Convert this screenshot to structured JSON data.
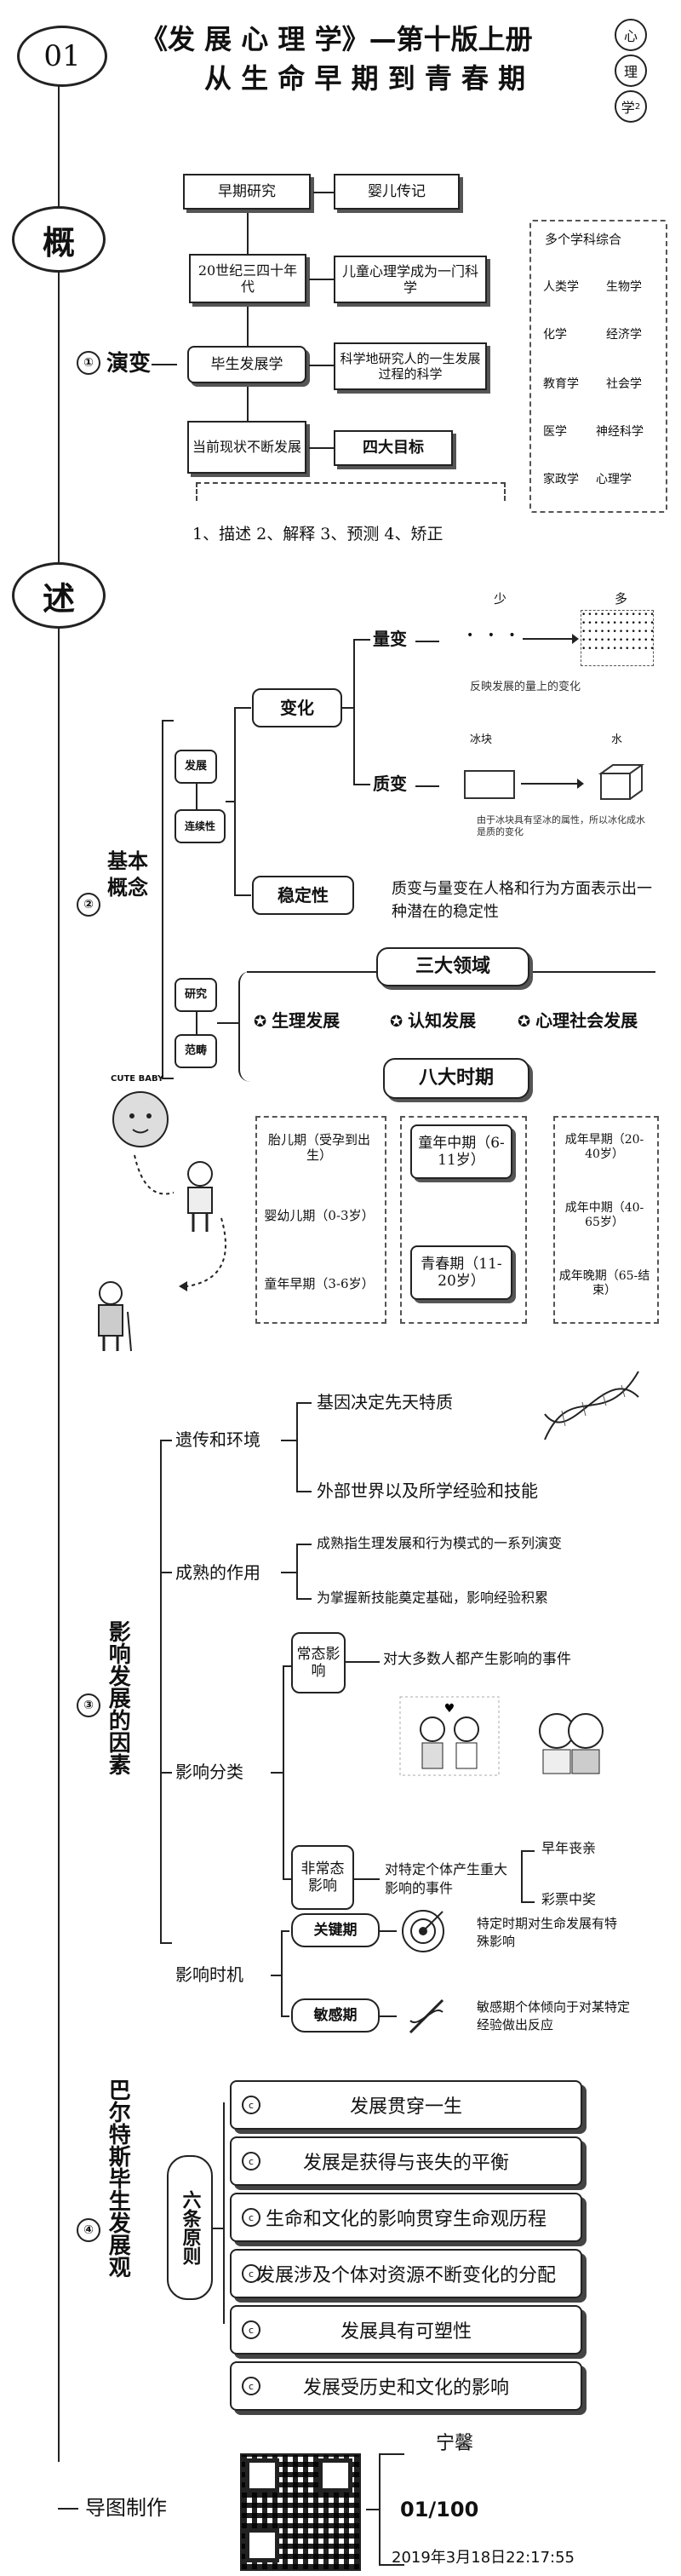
{
  "header": {
    "number": "01",
    "title_line1": "《发 展 心 理 学》—第十版上册",
    "title_line2": "从 生 命 早 期 到 青 春 期",
    "side_tag_chars": [
      "心",
      "理",
      "学",
      "2"
    ]
  },
  "section_overview": {
    "char1": "概",
    "item_number": "①",
    "item_label": "演变",
    "history": [
      "早期研究",
      "20世纪三四十年代",
      "毕生发展学",
      "当前现状不断发展"
    ],
    "history_notes": [
      "婴儿传记",
      "儿童心理学成为一门科学",
      "科学地研究人的一生发展过程的科学",
      "四大目标"
    ],
    "goals": "1、描述 2、解释 3、预测 4、矫正",
    "disciplines_title": "多个学科综合",
    "disciplines": [
      "人类学",
      "生物学",
      "化学",
      "经济学",
      "教育学",
      "社会学",
      "医学",
      "神经科学",
      "家政学",
      "心理学"
    ]
  },
  "section_basic": {
    "char2": "述",
    "item_number": "②",
    "item_label": "基本概念",
    "tag1": [
      "发展",
      "连续性"
    ],
    "change_label": "变化",
    "quantitative": "量变",
    "qualitative": "质变",
    "few": "少",
    "many": "多",
    "quant_caption": "反映发展的量上的变化",
    "ice": "冰块",
    "water": "水",
    "qual_caption": "由于冰块具有坚冰的属性，所以冰化成水是质的变化",
    "stability_label": "稳定性",
    "stability_text": "质变与量变在人格和行为方面表示出一种潜在的稳定性",
    "tag2": [
      "研究",
      "范畴"
    ],
    "domains_title": "三大领域",
    "domains": [
      "生理发展",
      "认知发展",
      "心理社会发展"
    ],
    "periods_title": "八大时期",
    "periods_col1": [
      "胎儿期（受孕到出生）",
      "婴幼儿期（0-3岁）",
      "童年早期（3-6岁）"
    ],
    "periods_col2": [
      "童年中期（6-11岁）",
      "青春期（11-20岁）"
    ],
    "periods_col3": [
      "成年早期（20-40岁）",
      "成年中期（40-65岁）",
      "成年晚期（65-结束）"
    ],
    "baby_caption": "CUTE BABY"
  },
  "section_factors": {
    "item_number": "③",
    "item_label": "影响发展的因素",
    "heredity": "遗传和环境",
    "heredity_items": [
      "基因决定先天特质",
      "外部世界以及所学经验和技能"
    ],
    "maturation": "成熟的作用",
    "maturation_items": [
      "成熟指生理发展和行为模式的一系列演变",
      "为掌握新技能奠定基础，影响经验积累"
    ],
    "classification": "影响分类",
    "normative": "常态影响",
    "normative_text": "对大多数人都产生影响的事件",
    "nonnormative": "非常态影响",
    "nonnormative_text": "对特定个体产生重大影响的事件",
    "nonnormative_examples": [
      "早年丧亲",
      "彩票中奖"
    ],
    "timing": "影响时机",
    "critical": "关键期",
    "critical_text": "特定时期对生命发展有特殊影响",
    "sensitive": "敏感期",
    "sensitive_text": "敏感期个体倾向于对某特定经验做出反应"
  },
  "section_baltes": {
    "item_number": "④",
    "item_label": "巴尔特斯毕生发展观",
    "tag": "六条原则",
    "principles": [
      "发展贯穿一生",
      "发展是获得与丧失的平衡",
      "生命和文化的影响贯穿生命观历程",
      "发展涉及个体对资源不断变化的分配",
      "发展具有可塑性",
      "发展受历史和文化的影响"
    ]
  },
  "footer": {
    "label": "导图制作",
    "author": "宁馨",
    "count": "01/100",
    "date": "2019年3月18日22:17:55"
  }
}
